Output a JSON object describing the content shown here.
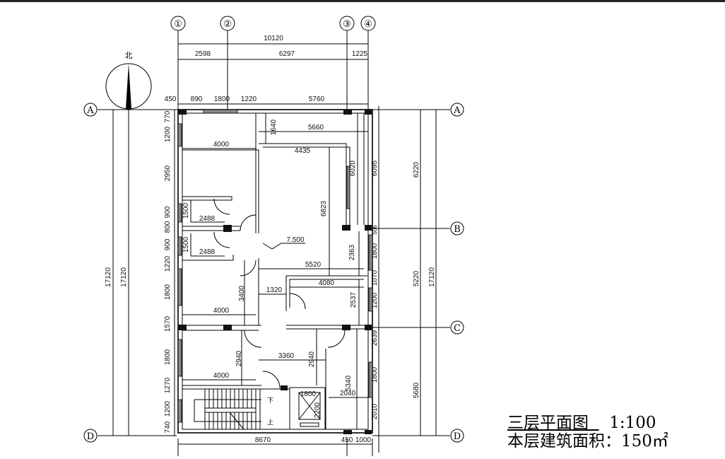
{
  "drawing": {
    "axes_columns": [
      "①",
      "②",
      "③",
      "④"
    ],
    "axes_rows": [
      "A",
      "B",
      "C",
      "D"
    ],
    "north_label": "北",
    "top_dims": {
      "overall": "10120",
      "axis_spans": [
        "2598",
        "6297",
        "1225"
      ],
      "detail": [
        "450",
        "890",
        "1800",
        "1220",
        "5760"
      ]
    },
    "left_dims": [
      "770",
      "1200",
      "2950",
      "900",
      "800",
      "900",
      "1220",
      "1800",
      "1570",
      "1800",
      "1270",
      "1200",
      "740"
    ],
    "left_totals": [
      "17120",
      "17120"
    ],
    "right_dims_detail": [
      "6095",
      "506",
      "1800",
      "1070",
      "1200",
      "2639",
      "1800",
      "2010"
    ],
    "right_dims_axis": [
      "6220",
      "5220",
      "5680"
    ],
    "right_total": "17120",
    "bottom_dims": [
      "8670",
      "450",
      "1000"
    ],
    "interior_dims": {
      "bed1_width": "4000",
      "d1640": "1640",
      "d5660": "5660",
      "d4435": "4435",
      "d6020": "6020",
      "d6823": "6823",
      "bath1_h": "1500",
      "bath1_w": "2488",
      "bath2_h": "1500",
      "bath2_w": "2488",
      "elevation": "7.500",
      "d2363": "2363",
      "d5520": "5520",
      "d4080": "4080",
      "d3400": "3400",
      "d1320": "1320",
      "bed2_width": "4000",
      "d2537": "2537",
      "d2940a": "2940",
      "d3360": "3360",
      "d2940b": "2940",
      "bed3_width": "4000",
      "d5340": "5340",
      "d2040": "2040",
      "elev_w": "1800",
      "elev_h": "2200"
    },
    "stair_down": "下",
    "stair_up": "上"
  },
  "title": {
    "name": "三层平面图",
    "scale": "1:100",
    "area_label": "本层建筑面积：",
    "area_value": "150㎡"
  }
}
